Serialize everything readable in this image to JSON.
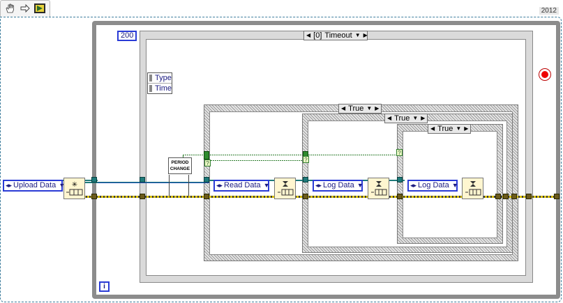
{
  "toolbar": {
    "hand_tool": "hand-tool",
    "arrow_tool": "step-arrow",
    "run_tool": "run-icon"
  },
  "version_label": "2012",
  "enum_upload": "Upload Data",
  "event_timeout_const": "200",
  "event_selector": {
    "index": "[0]",
    "label": "Timeout"
  },
  "event_data": {
    "type": "Type",
    "time": "Time"
  },
  "period_change": {
    "line1": "PERIOD",
    "line2": "CHANGE"
  },
  "case_true_1": "True",
  "case_true_2": "True",
  "case_true_3": "True",
  "enum_read": "Read Data",
  "enum_log1": "Log Data",
  "enum_log2": "Log Data",
  "iteration_terminal": "i",
  "question_mark": "?",
  "colors": {
    "enum_border": "#2a3bd6",
    "wire_enum": "#1e7a7a",
    "error_wire": "#d8c000",
    "boolean_wire": "#2e7d2e",
    "stop": "#e00000"
  }
}
